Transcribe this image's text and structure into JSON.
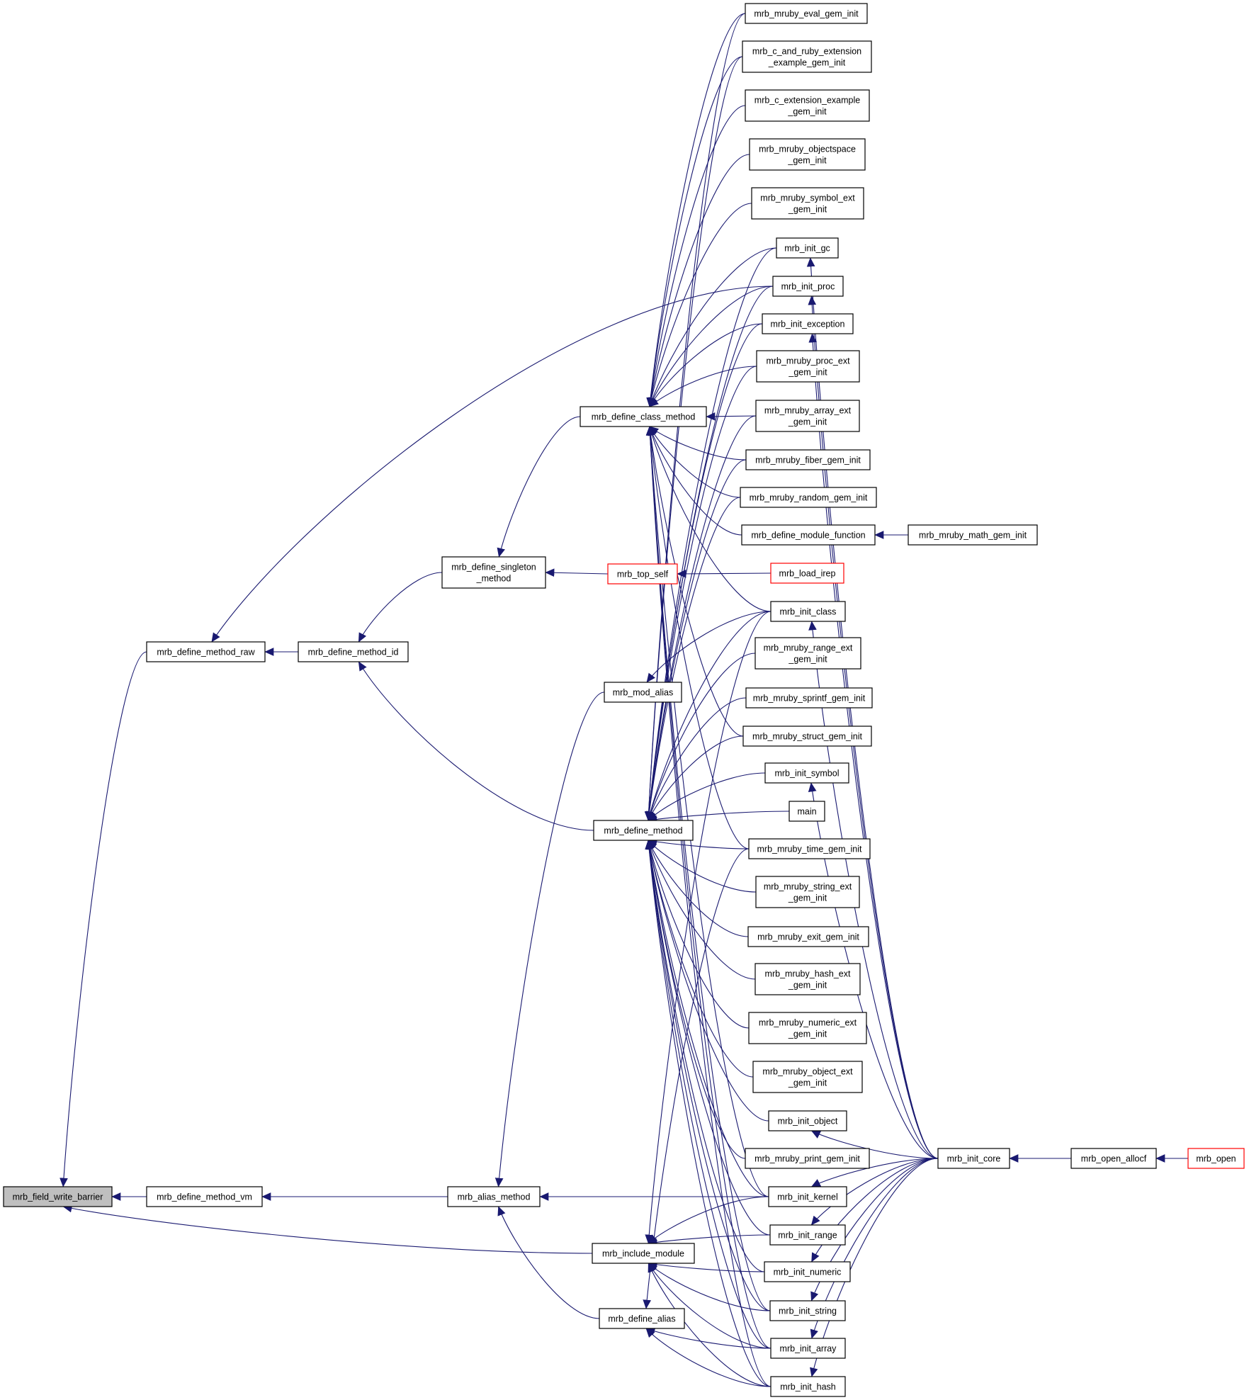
{
  "colors": {
    "edge": "#191970",
    "node_border": "#000000",
    "highlight_fill": "#bfbfbf",
    "truncated_border": "#ff0000"
  },
  "graph": {
    "nodes": [
      {
        "id": "n_fwb",
        "lines": [
          "mrb_field_write_barrier"
        ],
        "style": "highlight"
      },
      {
        "id": "n_dmraw",
        "lines": [
          "mrb_define_method_raw"
        ]
      },
      {
        "id": "n_dmvm",
        "lines": [
          "mrb_define_method_vm"
        ]
      },
      {
        "id": "n_dmid",
        "lines": [
          "mrb_define_method_id"
        ]
      },
      {
        "id": "n_alias_method",
        "lines": [
          "mrb_alias_method"
        ]
      },
      {
        "id": "n_dsm",
        "lines": [
          "mrb_define_singleton",
          "_method"
        ]
      },
      {
        "id": "n_dcm",
        "lines": [
          "mrb_define_class_method"
        ]
      },
      {
        "id": "n_modalias",
        "lines": [
          "mrb_mod_alias"
        ]
      },
      {
        "id": "n_dm",
        "lines": [
          "mrb_define_method"
        ]
      },
      {
        "id": "n_inc",
        "lines": [
          "mrb_include_module"
        ]
      },
      {
        "id": "n_dalias",
        "lines": [
          "mrb_define_alias"
        ]
      },
      {
        "id": "n_topself",
        "lines": [
          "mrb_top_self"
        ],
        "style": "truncated"
      },
      {
        "id": "n_eval",
        "lines": [
          "mrb_mruby_eval_gem_init"
        ]
      },
      {
        "id": "n_cruby",
        "lines": [
          "mrb_c_and_ruby_extension",
          "_example_gem_init"
        ]
      },
      {
        "id": "n_cext",
        "lines": [
          "mrb_c_extension_example",
          "_gem_init"
        ]
      },
      {
        "id": "n_objspace",
        "lines": [
          "mrb_mruby_objectspace",
          "_gem_init"
        ]
      },
      {
        "id": "n_symext",
        "lines": [
          "mrb_mruby_symbol_ext",
          "_gem_init"
        ]
      },
      {
        "id": "n_gc",
        "lines": [
          "mrb_init_gc"
        ]
      },
      {
        "id": "n_proc",
        "lines": [
          "mrb_init_proc"
        ]
      },
      {
        "id": "n_exc",
        "lines": [
          "mrb_init_exception"
        ]
      },
      {
        "id": "n_procext",
        "lines": [
          "mrb_mruby_proc_ext",
          "_gem_init"
        ]
      },
      {
        "id": "n_arrext",
        "lines": [
          "mrb_mruby_array_ext",
          "_gem_init"
        ]
      },
      {
        "id": "n_fiber",
        "lines": [
          "mrb_mruby_fiber_gem_init"
        ]
      },
      {
        "id": "n_random",
        "lines": [
          "mrb_mruby_random_gem_init"
        ]
      },
      {
        "id": "n_dmf",
        "lines": [
          "mrb_define_module_function"
        ]
      },
      {
        "id": "n_loadirep",
        "lines": [
          "mrb_load_irep"
        ],
        "style": "truncated"
      },
      {
        "id": "n_class",
        "lines": [
          "mrb_init_class"
        ]
      },
      {
        "id": "n_rangeext",
        "lines": [
          "mrb_mruby_range_ext",
          "_gem_init"
        ]
      },
      {
        "id": "n_sprintf",
        "lines": [
          "mrb_mruby_sprintf_gem_init"
        ]
      },
      {
        "id": "n_struct",
        "lines": [
          "mrb_mruby_struct_gem_init"
        ]
      },
      {
        "id": "n_symbol",
        "lines": [
          "mrb_init_symbol"
        ]
      },
      {
        "id": "n_main",
        "lines": [
          "main"
        ]
      },
      {
        "id": "n_time",
        "lines": [
          "mrb_mruby_time_gem_init"
        ]
      },
      {
        "id": "n_strext",
        "lines": [
          "mrb_mruby_string_ext",
          "_gem_init"
        ]
      },
      {
        "id": "n_exit",
        "lines": [
          "mrb_mruby_exit_gem_init"
        ]
      },
      {
        "id": "n_hashext",
        "lines": [
          "mrb_mruby_hash_ext",
          "_gem_init"
        ]
      },
      {
        "id": "n_numext",
        "lines": [
          "mrb_mruby_numeric_ext",
          "_gem_init"
        ]
      },
      {
        "id": "n_objext",
        "lines": [
          "mrb_mruby_object_ext",
          "_gem_init"
        ]
      },
      {
        "id": "n_object",
        "lines": [
          "mrb_init_object"
        ]
      },
      {
        "id": "n_print",
        "lines": [
          "mrb_mruby_print_gem_init"
        ]
      },
      {
        "id": "n_kernel",
        "lines": [
          "mrb_init_kernel"
        ]
      },
      {
        "id": "n_range",
        "lines": [
          "mrb_init_range"
        ]
      },
      {
        "id": "n_numeric",
        "lines": [
          "mrb_init_numeric"
        ]
      },
      {
        "id": "n_string",
        "lines": [
          "mrb_init_string"
        ]
      },
      {
        "id": "n_array",
        "lines": [
          "mrb_init_array"
        ]
      },
      {
        "id": "n_hash",
        "lines": [
          "mrb_init_hash"
        ]
      },
      {
        "id": "n_math",
        "lines": [
          "mrb_mruby_math_gem_init"
        ]
      },
      {
        "id": "n_core",
        "lines": [
          "mrb_init_core"
        ]
      },
      {
        "id": "n_allocf",
        "lines": [
          "mrb_open_allocf"
        ]
      },
      {
        "id": "n_open",
        "lines": [
          "mrb_open"
        ],
        "style": "truncated"
      }
    ],
    "edges": [
      [
        "n_dmraw",
        "n_fwb"
      ],
      [
        "n_dmvm",
        "n_fwb"
      ],
      [
        "n_inc",
        "n_fwb"
      ],
      [
        "n_dmid",
        "n_dmraw"
      ],
      [
        "n_proc",
        "n_dmraw"
      ],
      [
        "n_alias_method",
        "n_dmvm"
      ],
      [
        "n_dsm",
        "n_dmid"
      ],
      [
        "n_dm",
        "n_dmid"
      ],
      [
        "n_modalias",
        "n_alias_method"
      ],
      [
        "n_dalias",
        "n_alias_method"
      ],
      [
        "n_kernel",
        "n_alias_method"
      ],
      [
        "n_dcm",
        "n_dsm"
      ],
      [
        "n_topself",
        "n_dsm"
      ],
      [
        "n_loadirep",
        "n_topself"
      ],
      [
        "n_eval",
        "n_dcm"
      ],
      [
        "n_cruby",
        "n_dcm"
      ],
      [
        "n_cext",
        "n_dcm"
      ],
      [
        "n_objspace",
        "n_dcm"
      ],
      [
        "n_symext",
        "n_dcm"
      ],
      [
        "n_gc",
        "n_dcm"
      ],
      [
        "n_proc",
        "n_dcm"
      ],
      [
        "n_exc",
        "n_dcm"
      ],
      [
        "n_procext",
        "n_dcm"
      ],
      [
        "n_arrext",
        "n_dcm"
      ],
      [
        "n_fiber",
        "n_dcm"
      ],
      [
        "n_random",
        "n_dcm"
      ],
      [
        "n_dmf",
        "n_dcm"
      ],
      [
        "n_class",
        "n_dcm"
      ],
      [
        "n_struct",
        "n_dcm"
      ],
      [
        "n_time",
        "n_dcm"
      ],
      [
        "n_kernel",
        "n_dcm"
      ],
      [
        "n_string",
        "n_dcm"
      ],
      [
        "n_array",
        "n_dcm"
      ],
      [
        "n_hash",
        "n_dcm"
      ],
      [
        "n_class",
        "n_modalias"
      ],
      [
        "n_eval",
        "n_dm"
      ],
      [
        "n_cruby",
        "n_dm"
      ],
      [
        "n_gc",
        "n_dm"
      ],
      [
        "n_proc",
        "n_dm"
      ],
      [
        "n_exc",
        "n_dm"
      ],
      [
        "n_procext",
        "n_dm"
      ],
      [
        "n_arrext",
        "n_dm"
      ],
      [
        "n_fiber",
        "n_dm"
      ],
      [
        "n_random",
        "n_dm"
      ],
      [
        "n_class",
        "n_dm"
      ],
      [
        "n_rangeext",
        "n_dm"
      ],
      [
        "n_sprintf",
        "n_dm"
      ],
      [
        "n_struct",
        "n_dm"
      ],
      [
        "n_symbol",
        "n_dm"
      ],
      [
        "n_main",
        "n_dm"
      ],
      [
        "n_time",
        "n_dm"
      ],
      [
        "n_strext",
        "n_dm"
      ],
      [
        "n_exit",
        "n_dm"
      ],
      [
        "n_hashext",
        "n_dm"
      ],
      [
        "n_numext",
        "n_dm"
      ],
      [
        "n_objext",
        "n_dm"
      ],
      [
        "n_object",
        "n_dm"
      ],
      [
        "n_print",
        "n_dm"
      ],
      [
        "n_kernel",
        "n_dm"
      ],
      [
        "n_range",
        "n_dm"
      ],
      [
        "n_numeric",
        "n_dm"
      ],
      [
        "n_string",
        "n_dm"
      ],
      [
        "n_array",
        "n_dm"
      ],
      [
        "n_hash",
        "n_dm"
      ],
      [
        "n_class",
        "n_inc"
      ],
      [
        "n_kernel",
        "n_inc"
      ],
      [
        "n_range",
        "n_inc"
      ],
      [
        "n_numeric",
        "n_inc"
      ],
      [
        "n_string",
        "n_inc"
      ],
      [
        "n_array",
        "n_inc"
      ],
      [
        "n_hash",
        "n_inc"
      ],
      [
        "n_time",
        "n_dalias"
      ],
      [
        "n_array",
        "n_dalias"
      ],
      [
        "n_hash",
        "n_dalias"
      ],
      [
        "n_math",
        "n_dmf"
      ],
      [
        "n_core",
        "n_gc"
      ],
      [
        "n_core",
        "n_proc"
      ],
      [
        "n_core",
        "n_exc"
      ],
      [
        "n_core",
        "n_class"
      ],
      [
        "n_core",
        "n_symbol"
      ],
      [
        "n_core",
        "n_object"
      ],
      [
        "n_core",
        "n_kernel"
      ],
      [
        "n_core",
        "n_range"
      ],
      [
        "n_core",
        "n_numeric"
      ],
      [
        "n_core",
        "n_string"
      ],
      [
        "n_core",
        "n_array"
      ],
      [
        "n_core",
        "n_hash"
      ],
      [
        "n_allocf",
        "n_core"
      ],
      [
        "n_open",
        "n_allocf"
      ]
    ]
  }
}
